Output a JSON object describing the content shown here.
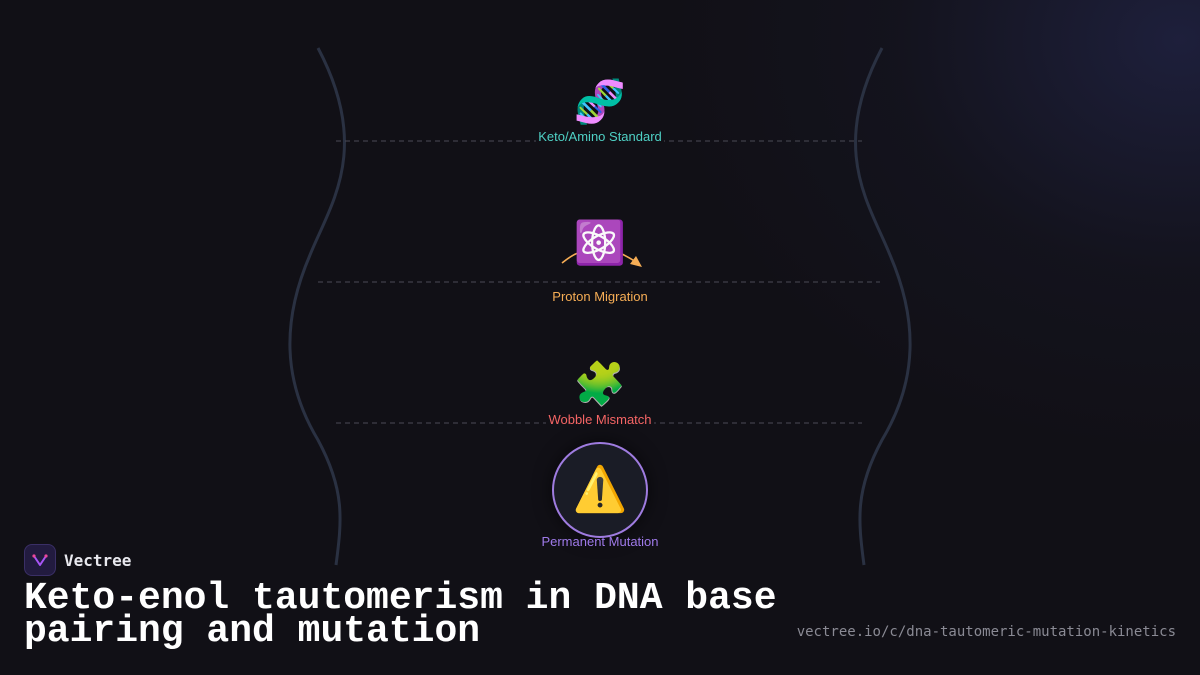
{
  "diagram": {
    "nodes": [
      {
        "id": "keto",
        "icon": "dna-icon",
        "glyph": "🧬",
        "label": "Keto/Amino Standard",
        "color": "#4fd1c5"
      },
      {
        "id": "proton",
        "icon": "atom-icon",
        "glyph": "⚛️",
        "label": "Proton Migration",
        "color": "#f6ad55"
      },
      {
        "id": "wobble",
        "icon": "puzzle-icon",
        "glyph": "🧩",
        "label": "Wobble Mismatch",
        "color": "#f56565"
      },
      {
        "id": "mutation",
        "icon": "warning-icon",
        "glyph": "⚠️",
        "label": "Permanent Mutation",
        "color": "#9f7aea"
      }
    ]
  },
  "colors": {
    "background": "#111016",
    "helix_strand": "#2a3142",
    "rung": "#4a4a55",
    "arrow": "#f6ad55",
    "terminal_border": "#9f7ce0"
  },
  "brand": {
    "name": "Vectree",
    "logo_icon": "vectree-logo-icon"
  },
  "title": "Keto-enol tautomerism in DNA base pairing and mutation",
  "url": "vectree.io/c/dna-tautomeric-mutation-kinetics"
}
